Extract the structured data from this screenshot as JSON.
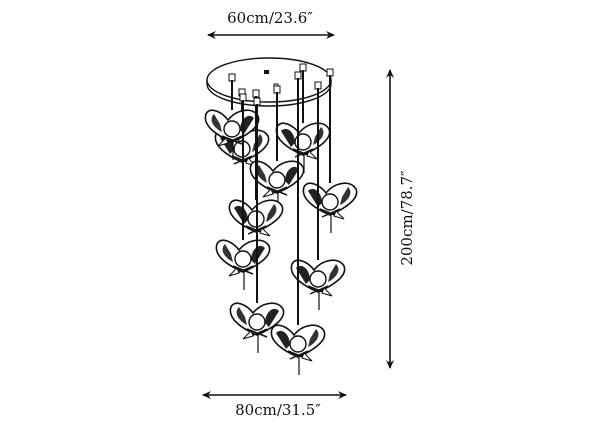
{
  "dimensions": {
    "top_width": "60cm/23.6″",
    "height": "200cm/78.7″",
    "bottom_width": "80cm/31.5″"
  },
  "colors": {
    "line": "#111111",
    "background": "#ffffff"
  }
}
